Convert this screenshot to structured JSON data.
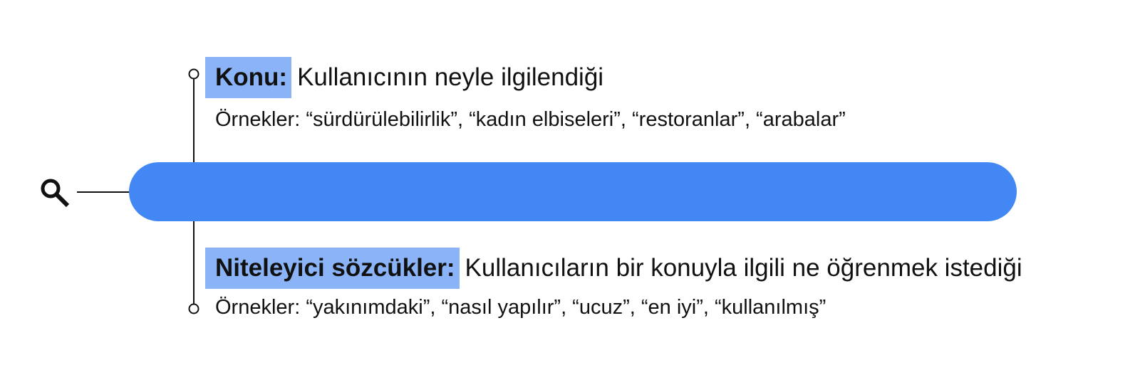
{
  "colors": {
    "search_bar": "#4387f5",
    "label_highlight": "#8ab4f7",
    "line": "#111111",
    "background": "#ffffff"
  },
  "icons": {
    "search": "search-icon"
  },
  "topic": {
    "label": "Konu:",
    "description": "Kullanıcının neyle ilgilendiği",
    "examples": "Örnekler: “sürdürülebilirlik”, “kadın elbiseleri”, “restoranlar”, “arabalar”"
  },
  "qualifier": {
    "label": "Niteleyici sözcükler:",
    "description": "Kullanıcıların bir konuyla ilgili ne öğrenmek istediği",
    "examples": "Örnekler: “yakınımdaki”, “nasıl yapılır”, “ucuz”, “en iyi”, “kullanılmış”"
  }
}
